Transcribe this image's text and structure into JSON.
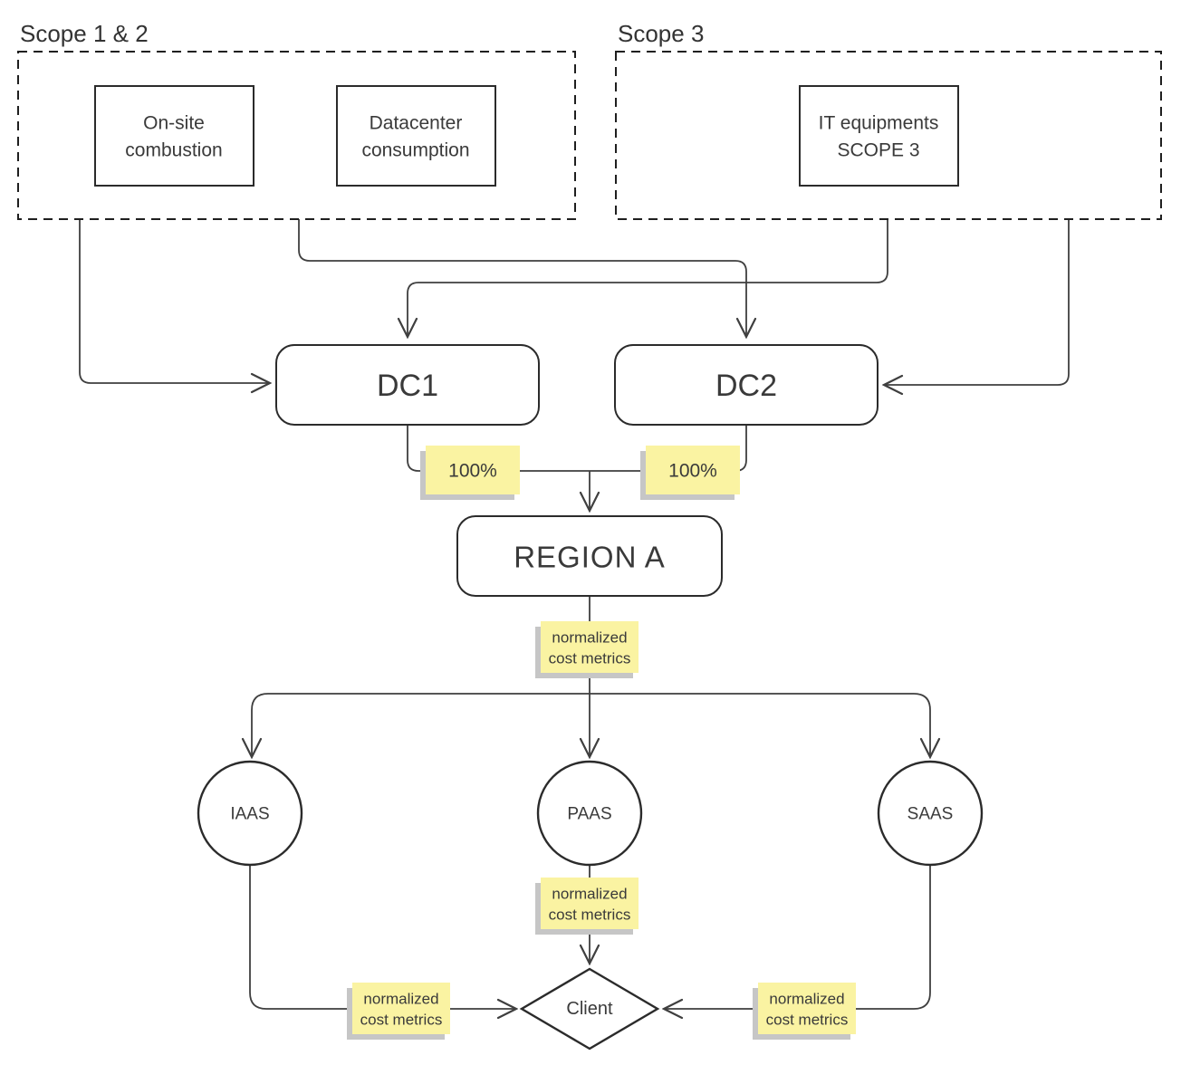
{
  "diagram": {
    "scope12": {
      "title": "Scope 1 & 2"
    },
    "scope3": {
      "title": "Scope 3"
    },
    "nodes": {
      "onsite_combustion": {
        "line1": "On-site",
        "line2": "combustion"
      },
      "datacenter_consumption": {
        "line1": "Datacenter",
        "line2": "consumption"
      },
      "it_equipments": {
        "line1": "IT equipments",
        "line2": "SCOPE 3"
      },
      "dc1": {
        "label": "DC1"
      },
      "dc2": {
        "label": "DC2"
      },
      "region_a": {
        "label": "REGION A"
      },
      "iaas": {
        "label": "IAAS"
      },
      "paas": {
        "label": "PAAS"
      },
      "saas": {
        "label": "SAAS"
      },
      "client": {
        "label": "Client"
      }
    },
    "edge_labels": {
      "dc1_to_region": {
        "text": "100%"
      },
      "dc2_to_region": {
        "text": "100%"
      },
      "region_to_services": {
        "line1": "normalized",
        "line2": "cost metrics"
      },
      "paas_to_client": {
        "line1": "normalized",
        "line2": "cost metrics"
      },
      "iaas_to_client": {
        "line1": "normalized",
        "line2": "cost metrics"
      },
      "saas_to_client": {
        "line1": "normalized",
        "line2": "cost metrics"
      }
    },
    "colors": {
      "background": "#ffffff",
      "line": "#3f3f3f",
      "node_stroke": "#2b2b2b",
      "text": "#3a3a3a",
      "sticky_fill": "#faf3a2",
      "sticky_shadow": "#c6c6c6",
      "service_fill": "#f7eb3f"
    }
  }
}
